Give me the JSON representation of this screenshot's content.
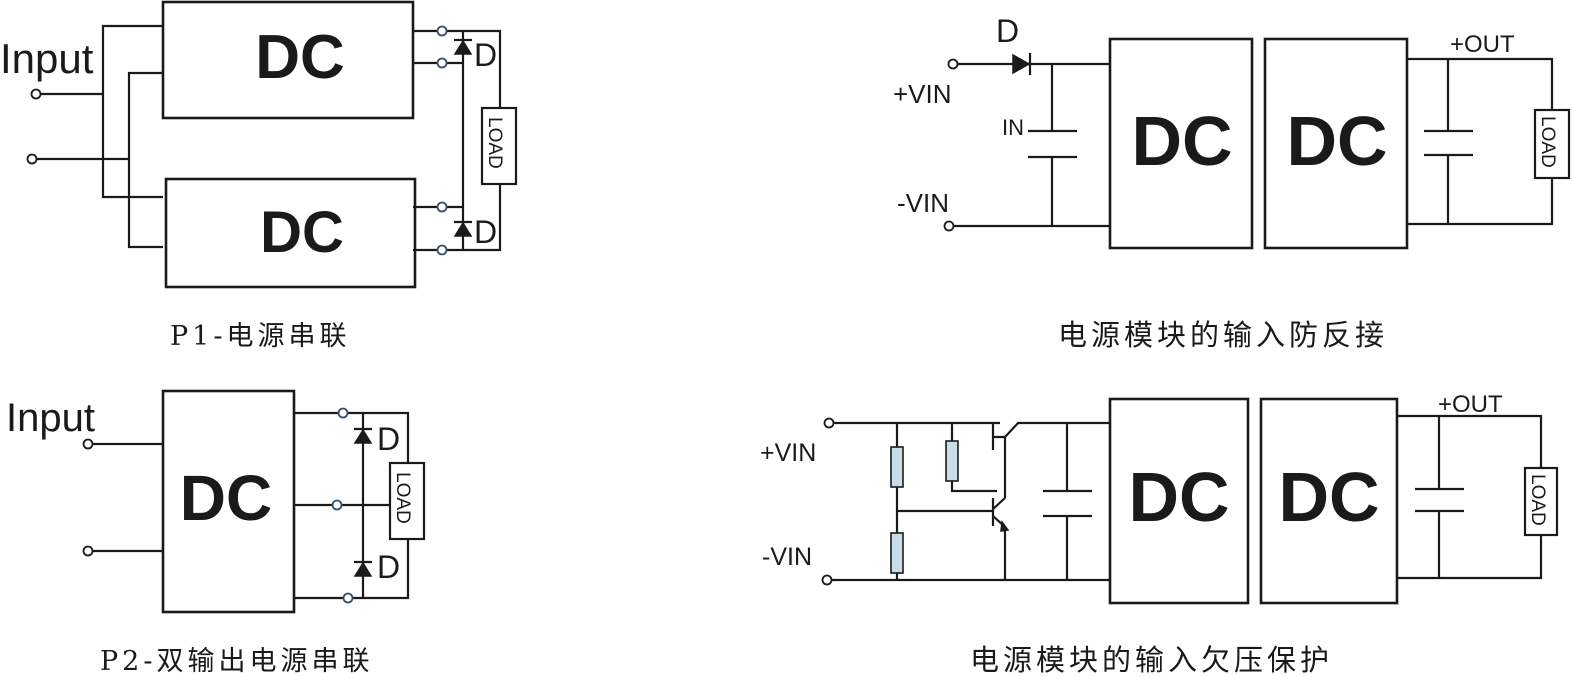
{
  "labels": {
    "dc": "DC",
    "input": "Input",
    "d": "D",
    "load": "LOAD",
    "in": "IN",
    "plus_vin": "+VIN",
    "minus_vin": "-VIN",
    "plus_out": "+OUT"
  },
  "captions": {
    "p1": "P1-电源串联",
    "p2": "P2-双输出电源串联",
    "reverse": "电源模块的输入防反接",
    "undervoltage": "电源模块的输入欠压保护"
  }
}
